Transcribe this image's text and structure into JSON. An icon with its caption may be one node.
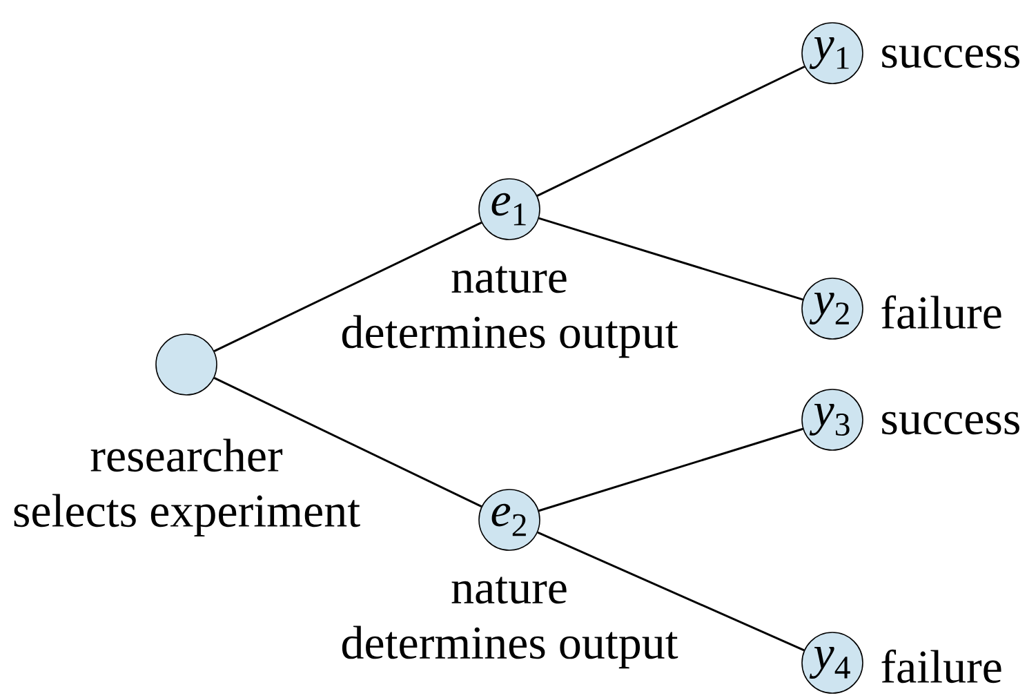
{
  "diagram": {
    "nodes": [
      {
        "text": [],
        "shape": "circle",
        "beside": [
          "researcher selects experiment"
        ]
      },
      {
        "text": [
          "*e*$_{1}$"
        ],
        "beside": [
          "nature determines output"
        ]
      },
      {
        "text": [
          "*e*$_{2}$"
        ],
        "beside": [
          "nature determines output"
        ]
      },
      {
        "text": [
          "*y*$_{1}$"
        ],
        "beside": [
          "success"
        ]
      },
      {
        "text": [
          "*y*$_{2}$"
        ],
        "beside": [
          "failure"
        ]
      },
      {
        "text": [
          "*y*$_{3}$"
        ],
        "beside": [
          "success"
        ]
      },
      {
        "text": [
          "*y*$_{4}$"
        ],
        "beside": [
          "failure"
        ]
      }
    ],
    "edges": [
      {
        "from": 0,
        "to": 1,
        "arrow": "none"
      },
      {
        "from": 0,
        "to": 2,
        "arrow": "none"
      },
      {
        "from": 1,
        "to": 3,
        "arrow": "none"
      },
      {
        "from": 1,
        "to": 4,
        "arrow": "none"
      },
      {
        "from": 2,
        "to": 5,
        "arrow": "none"
      },
      {
        "from": 2,
        "to": 6,
        "arrow": "none"
      }
    ]
  }
}
